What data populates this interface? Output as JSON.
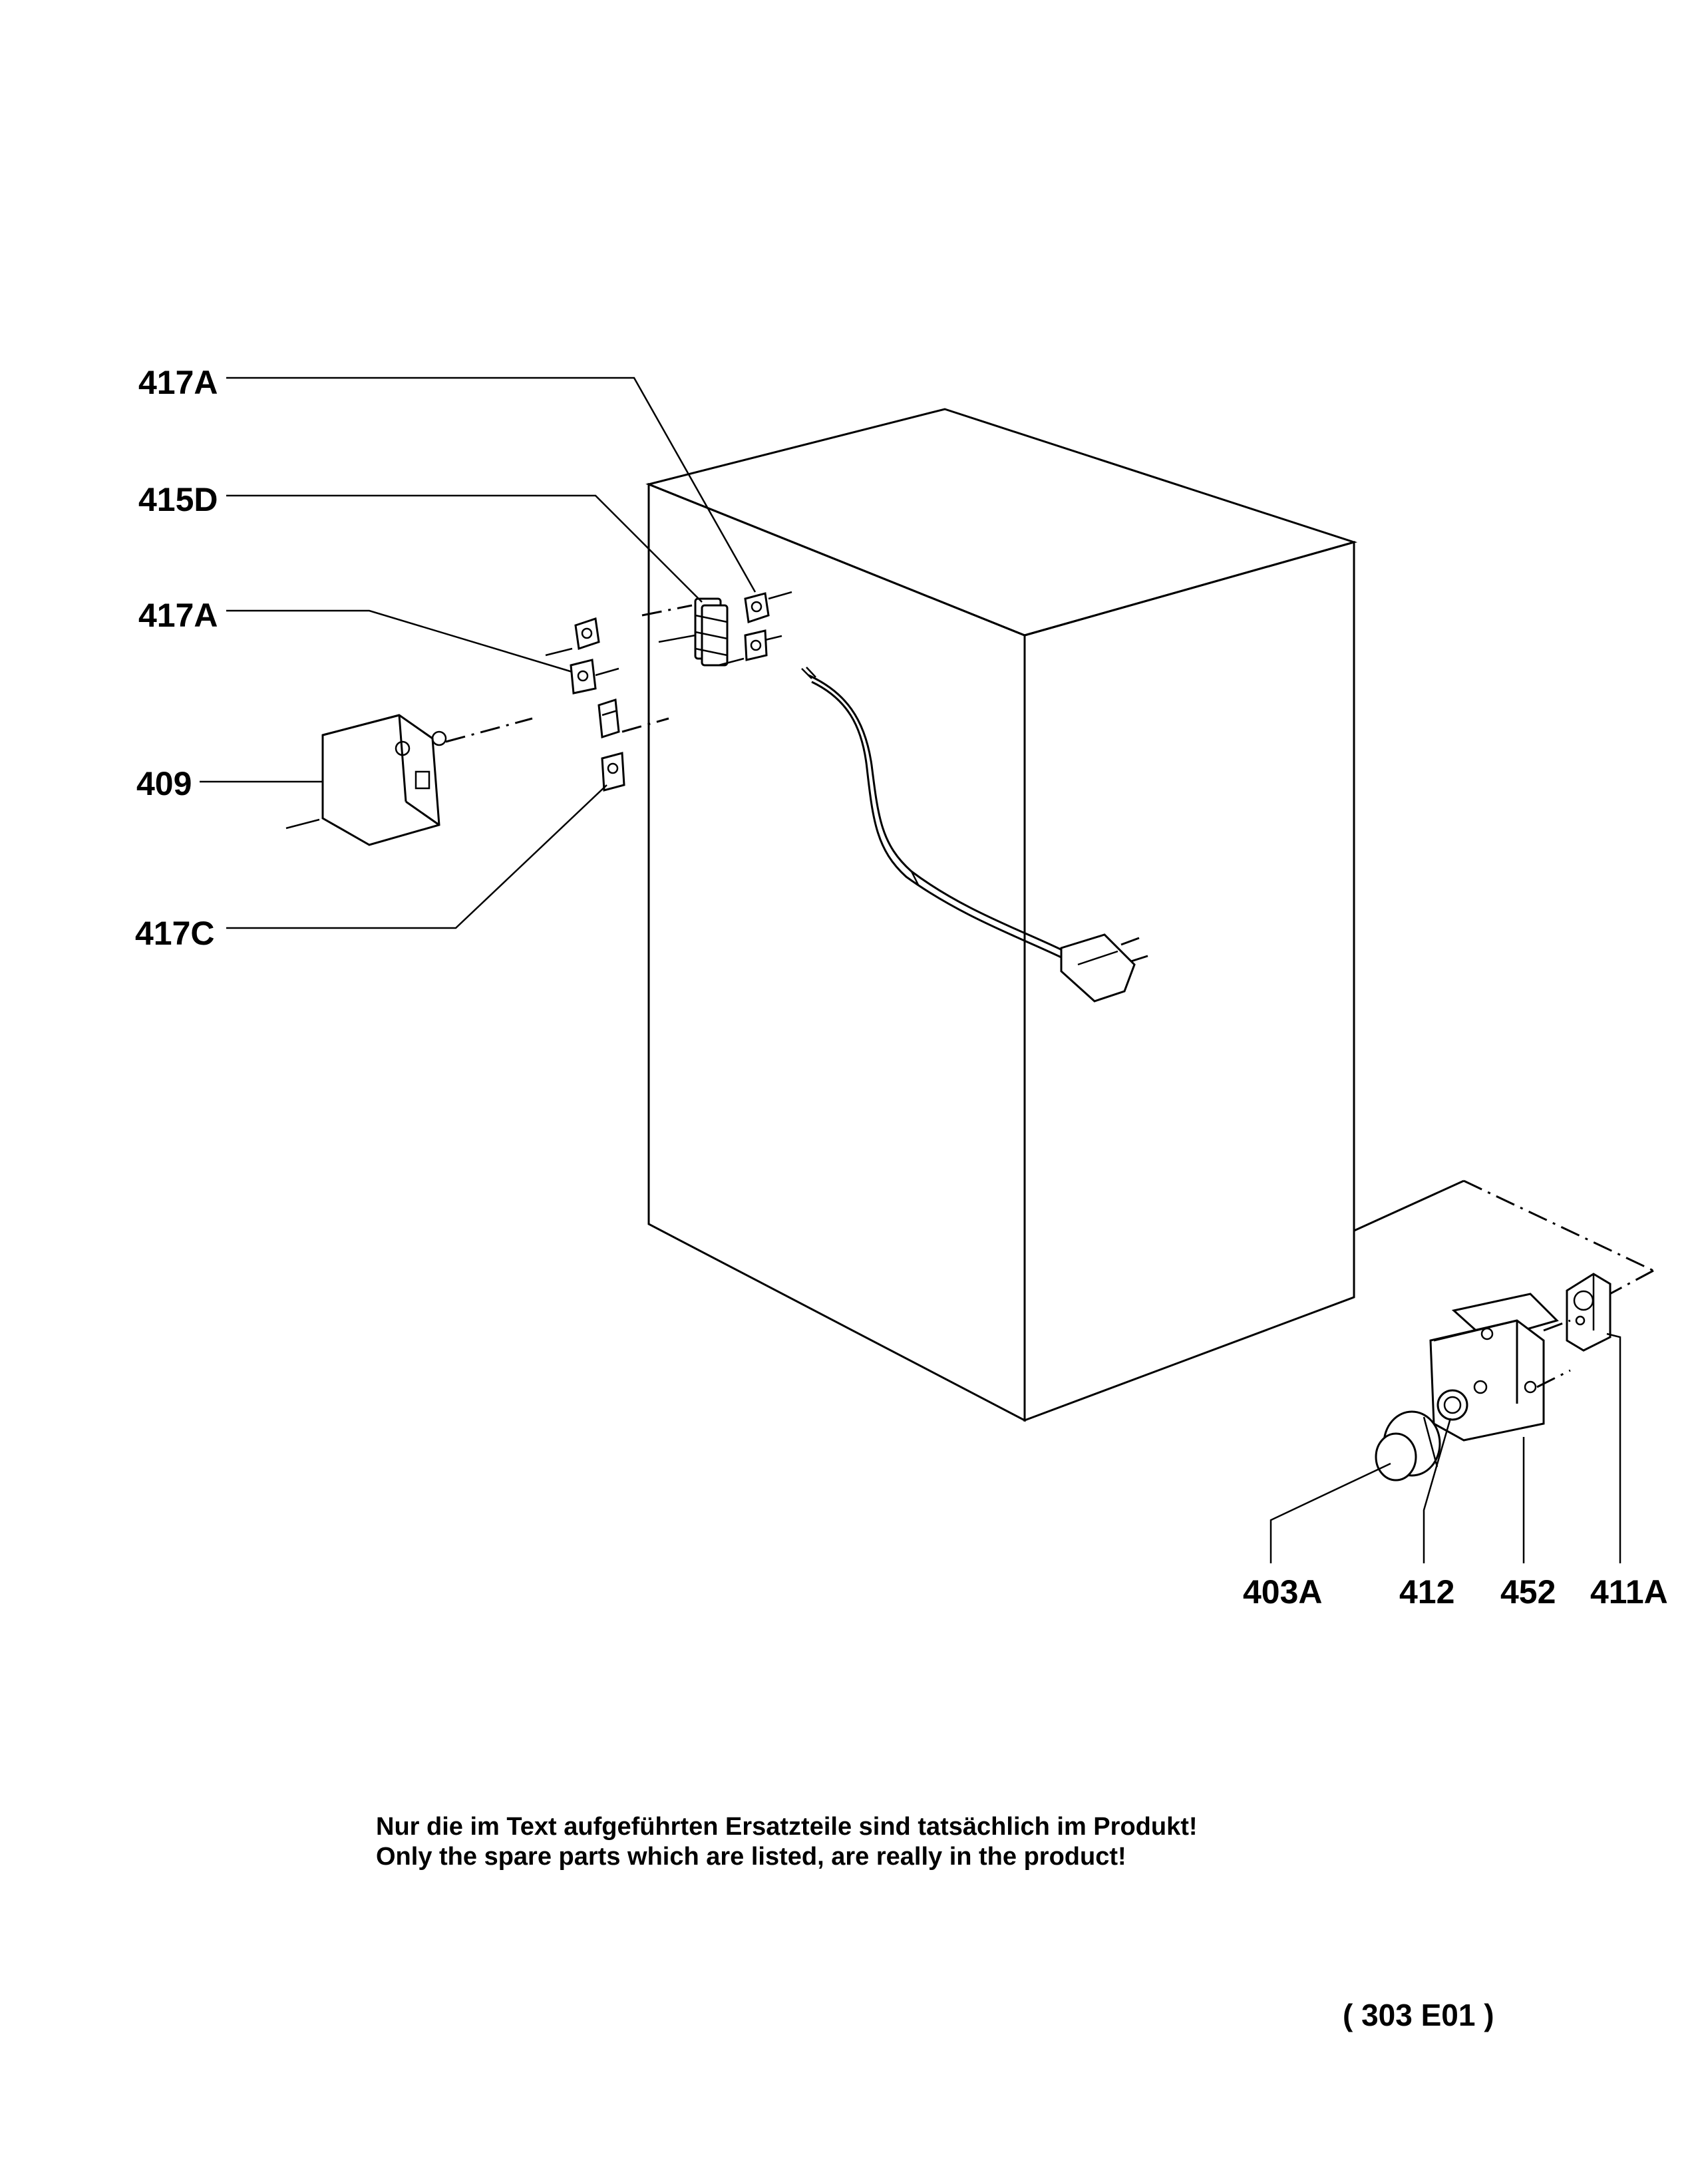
{
  "labels": {
    "l417a_top": "417A",
    "l415d": "415D",
    "l417a_mid": "417A",
    "l409": "409",
    "l417c": "417C",
    "l403a": "403A",
    "l412": "412",
    "l452": "452",
    "l411a": "411A"
  },
  "notes": {
    "line1": "Nur die im Text aufgeführten Ersatzteile sind tatsächlich im Produkt!",
    "line2": "Only the spare parts which are listed, are really in the product!"
  },
  "drawing_ref": "( 303 E01 )"
}
